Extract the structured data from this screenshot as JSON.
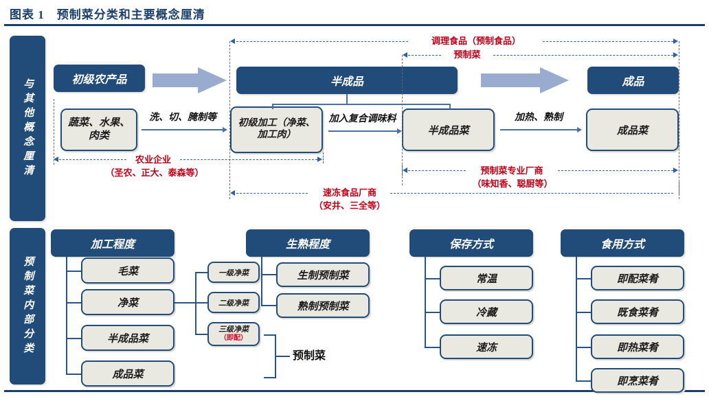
{
  "title": "图表 1　预制菜分类和主要概念厘清",
  "sidebars": [
    {
      "label": "与其他概念厘清"
    },
    {
      "label": "预制菜内部分类"
    }
  ],
  "top_section": {
    "stage_headers": [
      {
        "label": "初级农产品"
      },
      {
        "label": "半成品"
      },
      {
        "label": "成品"
      }
    ],
    "flow_boxes": [
      {
        "label": "蔬菜、水果、肉类"
      },
      {
        "label": "初级加工（净菜、加工肉）"
      },
      {
        "label": "半成品菜"
      },
      {
        "label": "成品菜"
      }
    ],
    "process_labels": [
      {
        "label": "洗、切、腌制等"
      },
      {
        "label": "加入复合调味料"
      },
      {
        "label": "加热、熟制"
      }
    ],
    "scope_labels": [
      {
        "label": "调理食品（预制食品）"
      },
      {
        "label": "预制菜"
      },
      {
        "label": "农业企业",
        "sub": "（圣农、正大、泰森等）"
      },
      {
        "label": "预制菜专业厂商",
        "sub": "（味知香、聪厨等）"
      },
      {
        "label": "速冻食品厂商",
        "sub": "（安井、三全等）"
      }
    ]
  },
  "bottom_section": {
    "columns": [
      {
        "header": "加工程度",
        "items": [
          {
            "label": "毛菜"
          },
          {
            "label": "净菜"
          },
          {
            "label": "半成品菜"
          },
          {
            "label": "成品菜"
          }
        ]
      },
      {
        "header": "生熟程度",
        "items": [
          {
            "label": "生制预制菜"
          },
          {
            "label": "熟制预制菜"
          }
        ]
      },
      {
        "header": "保存方式",
        "items": [
          {
            "label": "常温"
          },
          {
            "label": "冷藏"
          },
          {
            "label": "速冻"
          }
        ]
      },
      {
        "header": "食用方式",
        "items": [
          {
            "label": "即配菜肴"
          },
          {
            "label": "既食菜肴"
          },
          {
            "label": "即热菜肴"
          },
          {
            "label": "即烹菜肴"
          }
        ]
      }
    ],
    "sub_items": [
      {
        "label": "一级净菜"
      },
      {
        "label": "二级净菜"
      },
      {
        "label": "三级净菜"
      }
    ],
    "sub_item_note": "（即配）",
    "brace_label": "预制菜"
  },
  "colors": {
    "dark_blue": "#214B79",
    "rule_blue": "#1b3f6b",
    "light_fill": "#EAE9E1",
    "red": "#c00018",
    "arrow_fill": "#9aabd0",
    "dash_blue": "#2f5fa8"
  }
}
